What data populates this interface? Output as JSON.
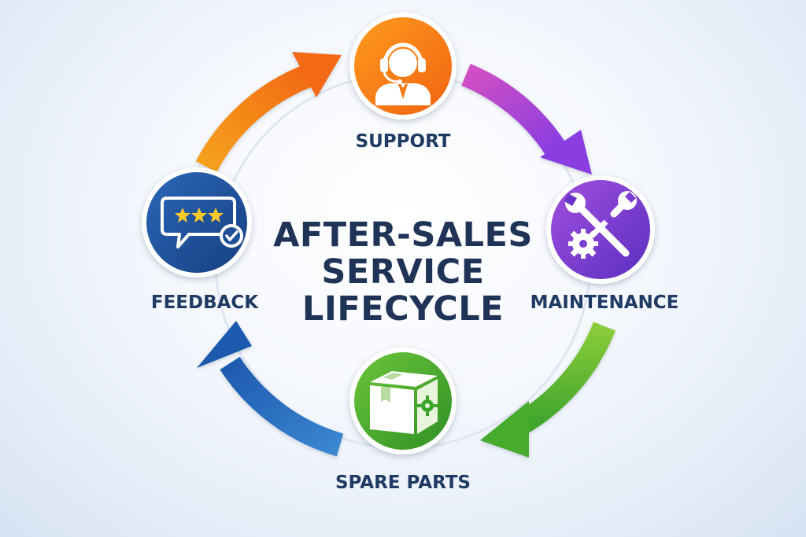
{
  "title": {
    "line1": "AFTER-SALES",
    "line2": "SERVICE",
    "line3": "LIFECYCLE"
  },
  "nodes": [
    {
      "id": "support",
      "label": "SUPPORT",
      "icon": "headset-agent-icon",
      "color": "#f47a14"
    },
    {
      "id": "maintenance",
      "label": "MAINTENANCE",
      "icon": "wrench-gear-icon",
      "color": "#7a3fd0"
    },
    {
      "id": "spare_parts",
      "label": "SPARE PARTS",
      "icon": "parts-box-icon",
      "color": "#3ea52c"
    },
    {
      "id": "feedback",
      "label": "FEEDBACK",
      "icon": "rating-feedback-icon",
      "color": "#1f4f99"
    }
  ],
  "arrows": [
    {
      "from": "feedback",
      "to": "support",
      "color": "#f58a1a"
    },
    {
      "from": "support",
      "to": "maintenance",
      "color": "#b54ad6"
    },
    {
      "from": "maintenance",
      "to": "spare_parts",
      "color": "#55b531"
    },
    {
      "from": "spare_parts",
      "to": "feedback",
      "color": "#2f6fbf"
    }
  ]
}
